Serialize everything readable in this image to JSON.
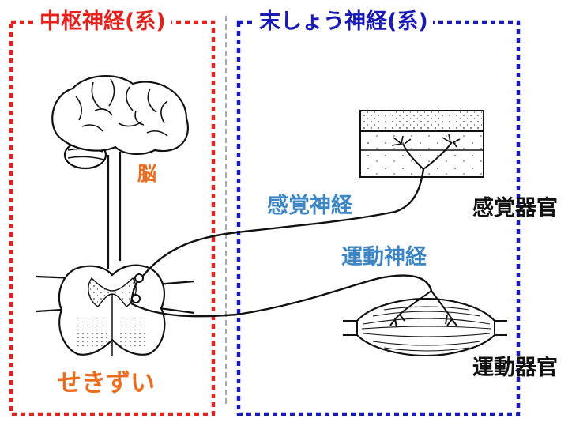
{
  "colors": {
    "central": "#e4211c",
    "peripheral": "#1a1ab8",
    "organ": "#ee6b1c",
    "nerve": "#3d86c6",
    "organ_name": "#111111"
  },
  "central_title": "中枢神経(系)",
  "peripheral_title": "末しょう神経(系)",
  "brain_label": "脳",
  "spinal_cord_label": "せきずい",
  "sensory_nerve_label": "感覚神経",
  "motor_nerve_label": "運動神経",
  "sensory_organ_label": "感覚器官",
  "motor_organ_label": "運動器官"
}
